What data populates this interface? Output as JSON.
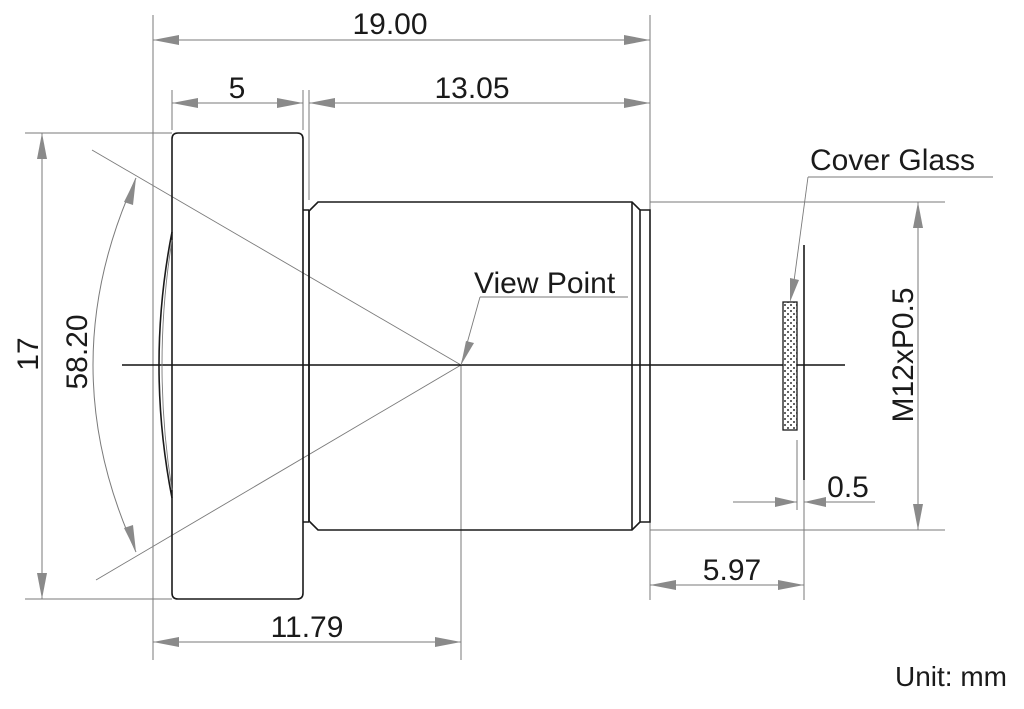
{
  "diagram": {
    "dimensions": {
      "overall_length": "19.00",
      "front_barrel": "5",
      "rear_barrel": "13.05",
      "outer_diameter": "17",
      "fov_angle": "58.20",
      "thread": "M12xP0.5",
      "view_point_distance": "11.79",
      "back_focal": "5.97",
      "glass_thickness": "0.5"
    },
    "labels": {
      "view_point": "View Point",
      "cover_glass": "Cover Glass",
      "unit": "Unit: mm"
    }
  }
}
